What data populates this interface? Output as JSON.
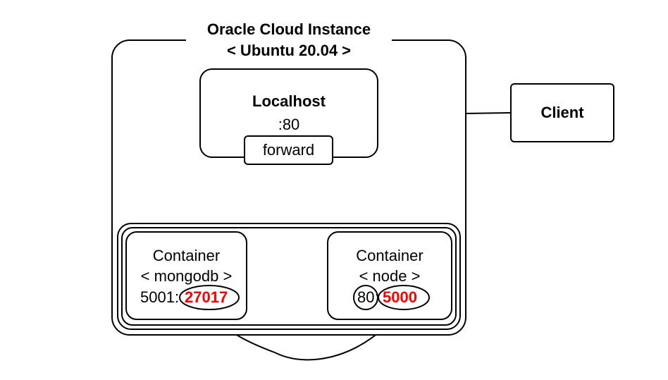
{
  "instance": {
    "title_line1": "Oracle Cloud Instance",
    "title_line2": "< Ubuntu 20.04 >"
  },
  "localhost": {
    "title": "Localhost",
    "port": ":80",
    "forward_label": "forward"
  },
  "client": {
    "label": "Client"
  },
  "containers": {
    "mongodb": {
      "title": "Container",
      "name": "< mongodb >",
      "host_port": "5001:",
      "container_port": "27017"
    },
    "node": {
      "title": "Container",
      "name": "< node >",
      "host_port": "80",
      "separator": ":",
      "container_port": "5000"
    }
  },
  "colors": {
    "highlight": "#ff0000",
    "stroke": "#000000"
  }
}
